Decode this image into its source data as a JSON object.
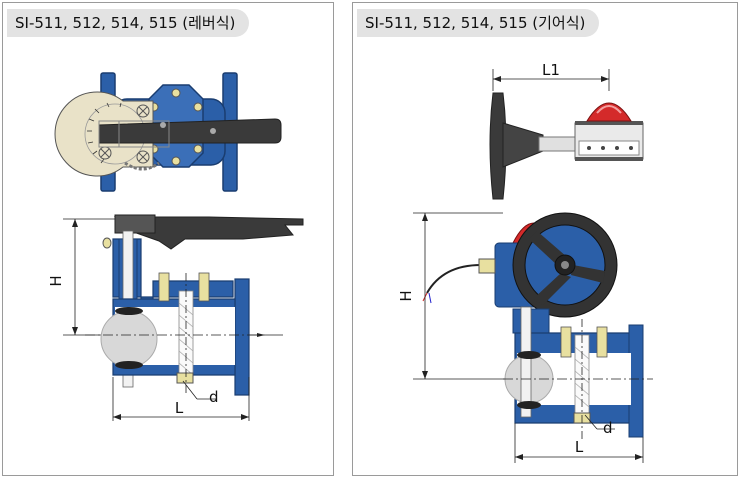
{
  "left_panel": {
    "title": "SI-511, 512, 514, 515 (레버식)",
    "dim_h": "H",
    "dim_l": "L",
    "dim_d": "d"
  },
  "right_panel": {
    "title": "SI-511, 512, 514, 515 (기어식)",
    "dim_l1": "L1",
    "dim_h": "H",
    "dim_l": "L",
    "dim_d": "d"
  },
  "colors": {
    "body_blue": "#2b5fa8",
    "body_dark": "#1a3d70",
    "handle_dark": "#3a3a3a",
    "actuator_red": "#d42a2a",
    "disc_gray": "#d8d8d8"
  }
}
